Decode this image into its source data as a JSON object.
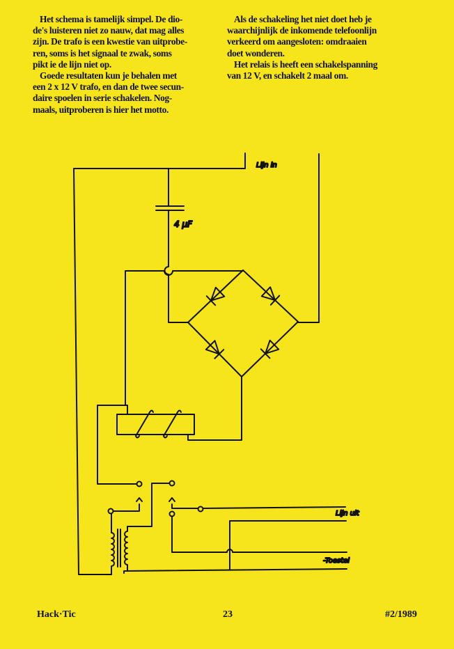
{
  "article": {
    "left_column": [
      "Het schema is tamelijk simpel. De dio-",
      "de's luisteren niet zo nauw, dat mag alles",
      "zijn. De trafo is een kwestie van uitprobe-",
      "ren, soms is het signaal te zwak, soms",
      "pikt ie de lijn niet op.",
      "Goede resultaten kun je behalen met",
      "een 2 x 12 V trafo, en dan de twee secun-",
      "daire spoelen in serie schakelen. Nog-",
      "maals, uitproberen is hier het motto."
    ],
    "right_column": [
      "Als de schakeling het niet doet heb je",
      "waarchijnlijk de inkomende telefoonlijn",
      "verkeerd om aangesloten: omdraaien",
      "doet wonderen.",
      "Het relais is heeft een schakelspanning",
      "van 12 V, en schakelt 2 maal om."
    ]
  },
  "diagram": {
    "line_in_label": "Lijn in",
    "capacitor_label": "4 µF",
    "line_out_label": "Lijn uit",
    "phone_label": "-Toestel"
  },
  "footer": {
    "magazine": "Hack·Tic",
    "page": "23",
    "issue": "#2/1989"
  }
}
